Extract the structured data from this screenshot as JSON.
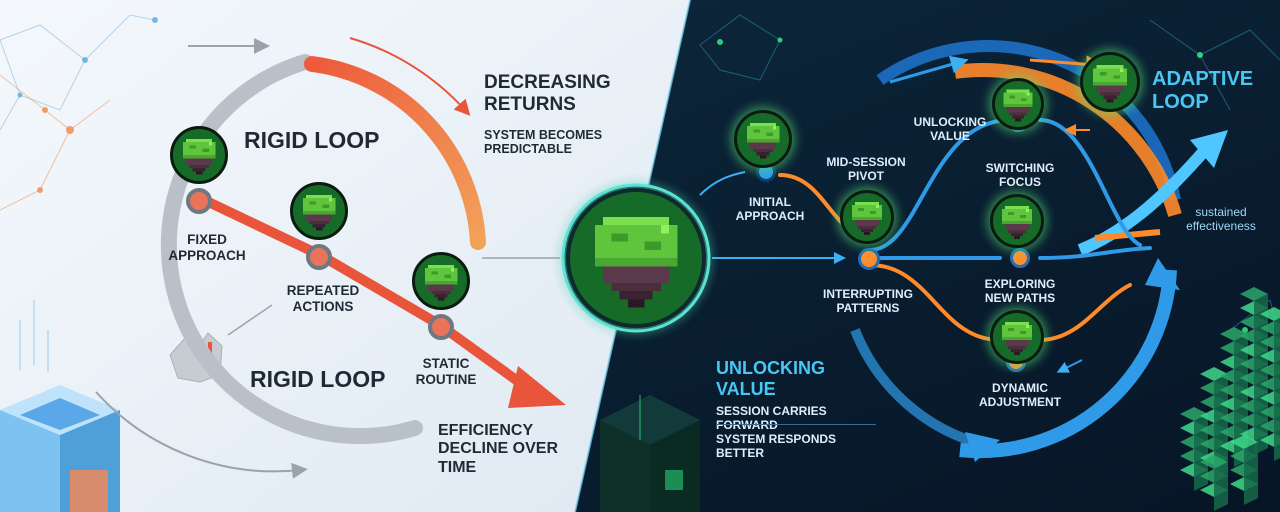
{
  "left": {
    "title_top": "RIGID LOOP",
    "title_bottom": "RIGID LOOP",
    "decreasing_returns": "DECREASING RETURNS",
    "system_predictable": "SYSTEM BECOMES PREDICTABLE",
    "fixed_approach": "FIXED APPROACH",
    "repeated_actions": "REPEATED ACTIONS",
    "static_routine": "STATIC ROUTINE",
    "efficiency_decline": "EFFICIENCY DECLINE OVER TIME"
  },
  "right": {
    "title": "ADAPTIVE LOOP",
    "initial_approach": "INITIAL APPROACH",
    "mid_session_pivot": "MID-SESSION PIVOT",
    "interrupting_patterns": "INTERRUPTING PATTERNS",
    "unlocking_value_small": "UNLOCKING VALUE",
    "switching_focus": "SWITCHING FOCUS",
    "exploring_new_paths": "EXPLORING NEW PATHS",
    "dynamic_adjustment": "DYNAMIC ADJUSTMENT",
    "sustained_effectiveness": "sustained effectiveness",
    "unlocking_value_big": "UNLOCKING VALUE",
    "session_carries": "SESSION CARRIES FORWARD",
    "system_responds": "SYSTEM RESPONDS BETTER"
  },
  "colors": {
    "rigid_arrow": "#e9553a",
    "adaptive_blue": "#2f9be8",
    "adaptive_orange": "#ff8a2a",
    "badge_green": "#5fc53c"
  },
  "icons": [
    "grass-block-icon"
  ]
}
